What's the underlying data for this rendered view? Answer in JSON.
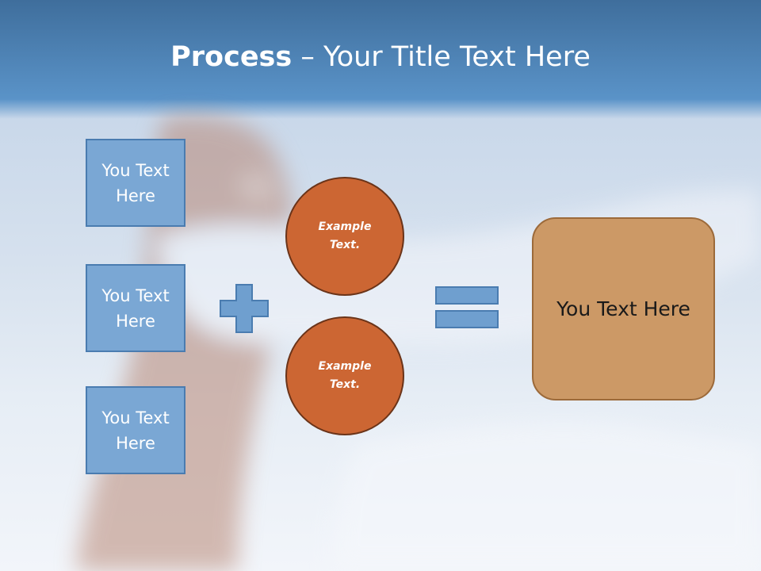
{
  "title": {
    "strong": "Process",
    "rest": " – Your Title Text Here"
  },
  "left_boxes": [
    {
      "label": "You Text Here"
    },
    {
      "label": "You Text Here"
    },
    {
      "label": "You Text Here"
    }
  ],
  "circles": [
    {
      "label": "Example Text."
    },
    {
      "label": "Example Text."
    }
  ],
  "result": {
    "label": "You Text Here"
  },
  "colors": {
    "header": "#4f88bf",
    "box_fill": "#7aa7d4",
    "circle_fill": "#cc6633",
    "result_fill": "#cc9966",
    "operator": "#6f9fcf"
  },
  "icons": [
    "plus-icon",
    "equals-icon"
  ]
}
